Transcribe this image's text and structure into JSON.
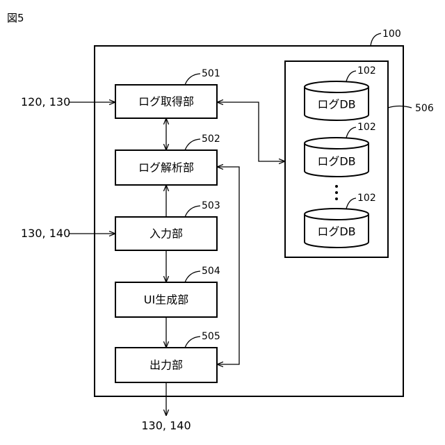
{
  "figure_label": "図5",
  "system": {
    "ref": "100"
  },
  "blocks": [
    {
      "id": "log_acquire",
      "label": "ログ取得部",
      "ref": "501"
    },
    {
      "id": "log_analyze",
      "label": "ログ解析部",
      "ref": "502"
    },
    {
      "id": "input",
      "label": "入力部",
      "ref": "503"
    },
    {
      "id": "ui_gen",
      "label": "UI生成部",
      "ref": "504"
    },
    {
      "id": "output",
      "label": "出力部",
      "ref": "505"
    }
  ],
  "storage": {
    "ref": "506",
    "databases": [
      {
        "label": "ログDB",
        "ref": "102"
      },
      {
        "label": "ログDB",
        "ref": "102"
      },
      {
        "label": "ログDB",
        "ref": "102"
      }
    ]
  },
  "external": {
    "input_top": "120, 130",
    "input_mid": "130, 140",
    "output_bottom": "130, 140"
  }
}
